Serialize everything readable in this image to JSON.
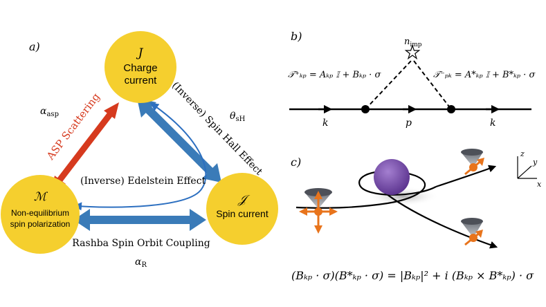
{
  "panel_a": {
    "label": "a)",
    "charge": {
      "symbol": "J",
      "line1": "Charge",
      "line2": "current"
    },
    "spin_current": {
      "symbol": "𝒥",
      "line1": "Spin current"
    },
    "spin_polarization": {
      "symbol": "ℳ",
      "line1": "Non-equilibrium",
      "line2": "spin polarization"
    },
    "asp_label": "ASP Scattering",
    "alpha_asp": "α",
    "alpha_asp_sub": "asp",
    "spin_hall_label": "(Inverse) Spin Hall Effect",
    "theta_sh": "θ",
    "theta_sh_sub": "sH",
    "edelstein_label": "(Inverse) Edelstein Effect",
    "rashba_label": "Rashba Spin Orbit Coupling",
    "alpha_r": "α",
    "alpha_r_sub": "R"
  },
  "panel_b": {
    "label": "b)",
    "n_imp": "n",
    "n_imp_sub": "imp",
    "t_plus": "𝒯⁺ₖₚ = Aₖₚ 𝕀 + Bₖₚ · σ",
    "t_minus": "𝒯⁻ₚₖ = A*ₖₚ 𝕀 + B*ₖₚ · σ",
    "k_left": "k",
    "p_mid": "p",
    "k_right": "k"
  },
  "panel_c": {
    "label": "c)",
    "axis_z": "z",
    "axis_y": "y",
    "axis_x": "x"
  },
  "equation": "(Bₖₚ · σ)(B*ₖₚ · σ) = |Bₖₚ|² + i (Bₖₚ × B*ₖₚ) · σ",
  "colors": {
    "circle_fill": "#f5cf2e",
    "asp_red": "#d63a1e",
    "blue_arrow": "#3a7bb8",
    "thin_blue": "#2c6fc0",
    "orange": "#e8741c",
    "purple": "#7b4fa8",
    "cone_gray": "#8a8d93"
  }
}
